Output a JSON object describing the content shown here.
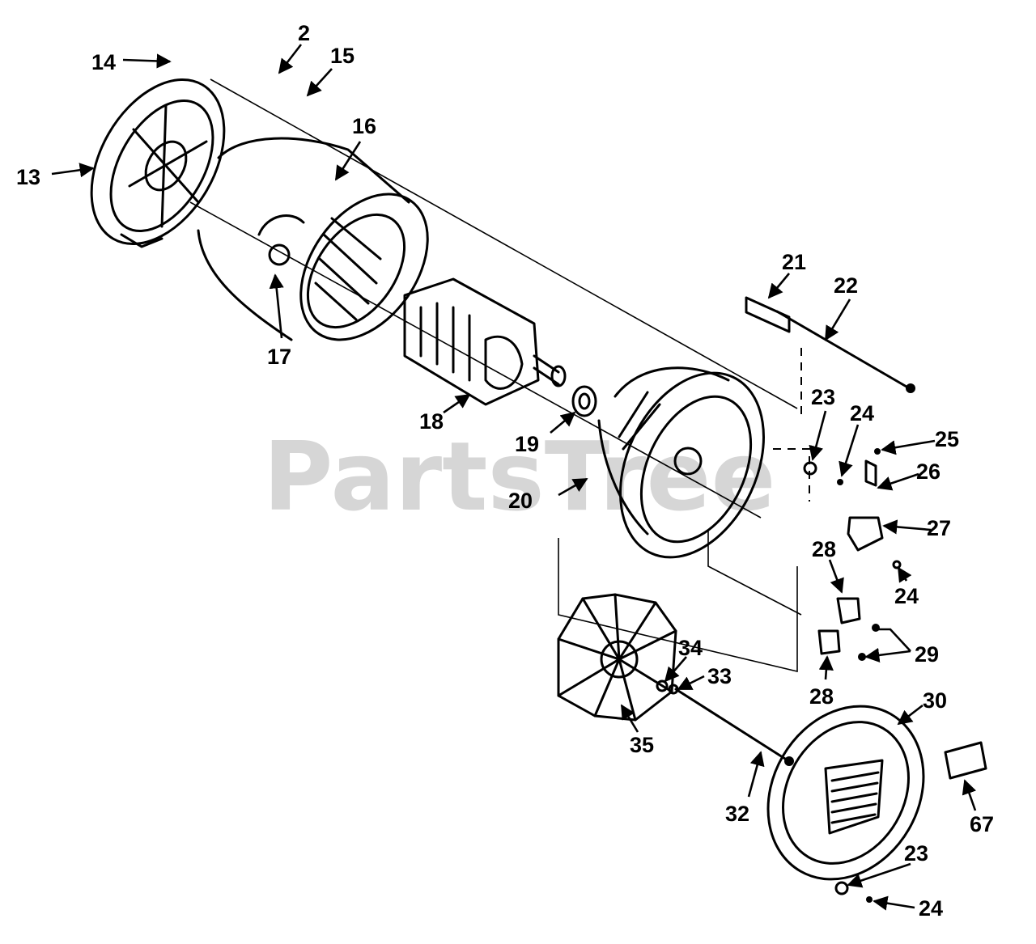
{
  "watermark": "PartsTree",
  "labels": {
    "p2": "2",
    "p13": "13",
    "p14": "14",
    "p15": "15",
    "p16": "16",
    "p17": "17",
    "p18": "18",
    "p19": "19",
    "p20": "20",
    "p21": "21",
    "p22": "22",
    "p23a": "23",
    "p23b": "23",
    "p24a": "24",
    "p24b": "24",
    "p24c": "24",
    "p25": "25",
    "p26": "26",
    "p27": "27",
    "p28a": "28",
    "p28b": "28",
    "p29": "29",
    "p30": "30",
    "p32": "32",
    "p33": "33",
    "p34": "34",
    "p35": "35",
    "p67": "67"
  }
}
